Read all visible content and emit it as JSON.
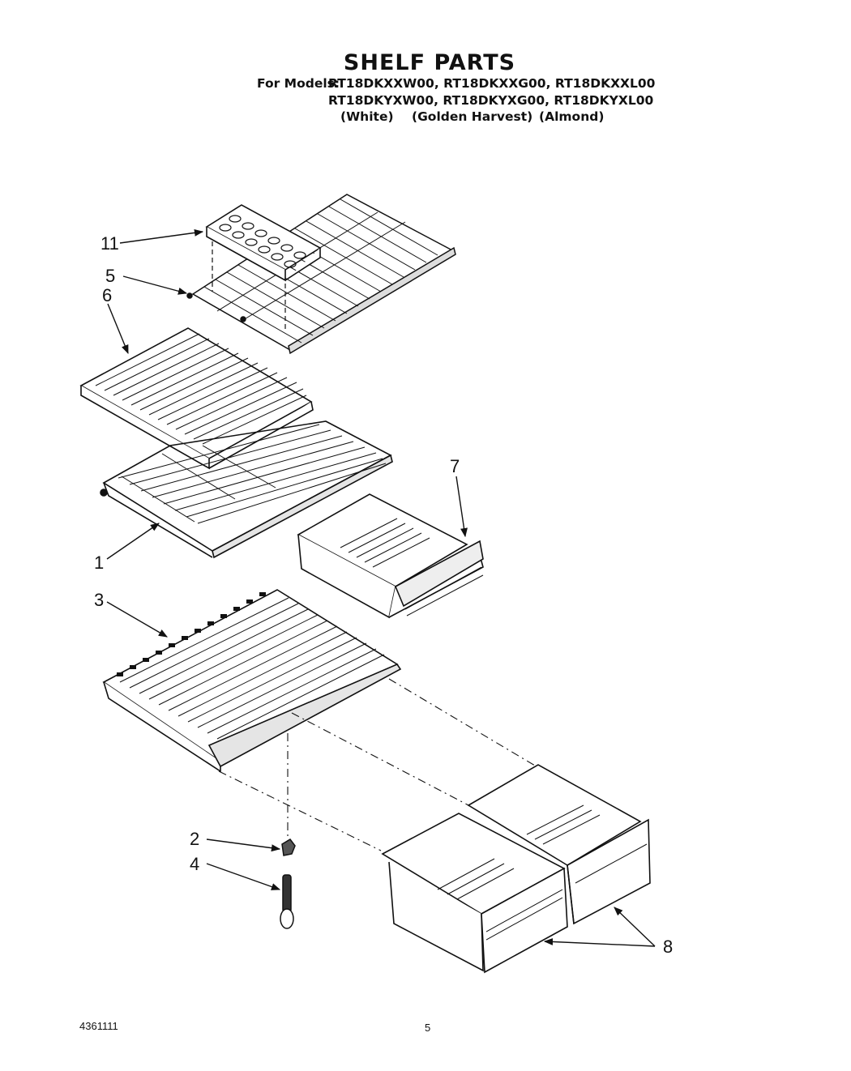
{
  "header": {
    "title": "SHELF PARTS",
    "models_label": "For Models:",
    "models_row1": "RT18DKXXW00, RT18DKXXG00, RT18DKXXL00",
    "models_row2": "RT18DKYXW00, RT18DKYXG00, RT18DKYXL00",
    "colors": [
      "(White)",
      "(Golden Harvest)",
      "(Almond)"
    ]
  },
  "callouts": {
    "c11": "11",
    "c5": "5",
    "c6": "6",
    "c7": "7",
    "c1": "1",
    "c3": "3",
    "c2": "2",
    "c4": "4",
    "c8": "8"
  },
  "footer": {
    "doc_number": "4361111",
    "page_number": "5"
  }
}
